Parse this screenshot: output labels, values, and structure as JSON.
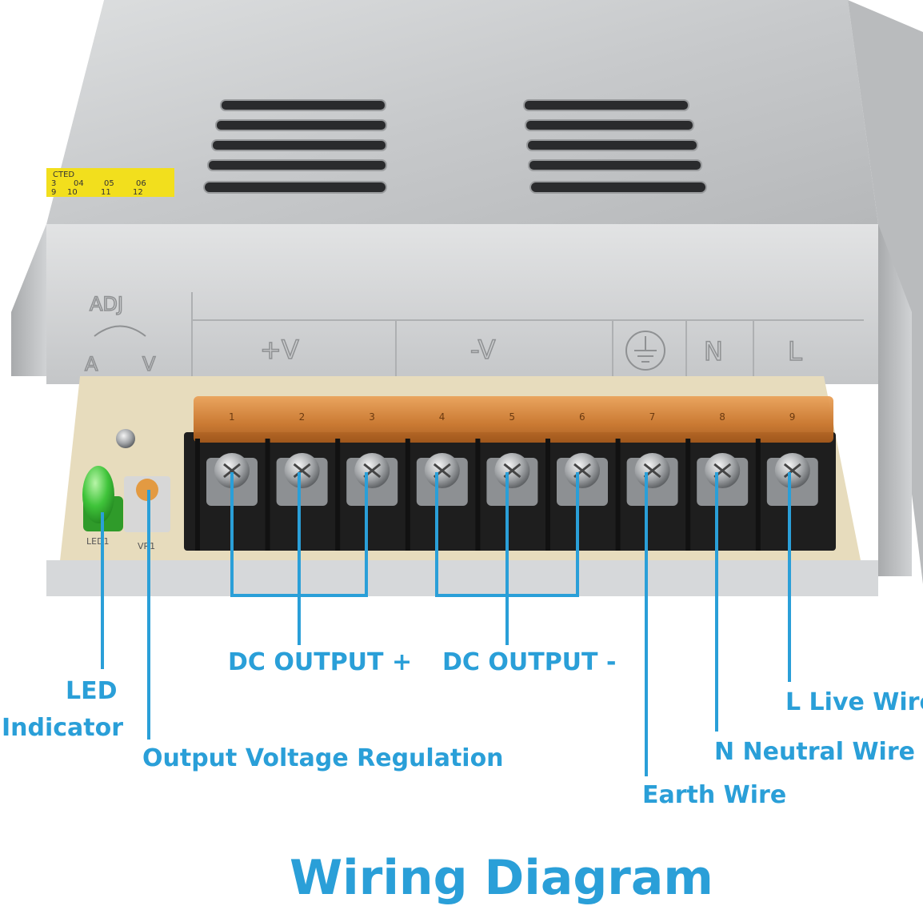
{
  "title": "Wiring Diagram",
  "case_markings": {
    "adj": "ADJ",
    "adj_a": "A",
    "adj_v": "V",
    "plus_v": "+V",
    "minus_v": "-V",
    "n": "N",
    "l": "L",
    "led1": "LED1",
    "vr1": "VR1",
    "sticker_head": "CTED",
    "sticker_row1": [
      "3",
      "04",
      "05",
      "06"
    ],
    "sticker_row2": [
      "9",
      "10",
      "11",
      "12"
    ],
    "terminal_numbers": [
      "1",
      "2",
      "3",
      "4",
      "5",
      "6",
      "7",
      "8",
      "9"
    ]
  },
  "labels": {
    "dc_plus": "DC OUTPUT +",
    "dc_minus": "DC OUTPUT -",
    "led_line1": "LED",
    "led_line2": "Indicator",
    "voltage_reg": "Output Voltage Regulation",
    "earth": "Earth Wire",
    "neutral": "N Neutral Wire",
    "live": "L Live Wire"
  },
  "colors": {
    "accent": "#2a9fd8",
    "case": "#c9cbcd",
    "terminal_block": "#1e1e1e",
    "terminal_cover": "#d98a3c",
    "led": "#3fc43a",
    "pcb": "#e7dcbd"
  }
}
